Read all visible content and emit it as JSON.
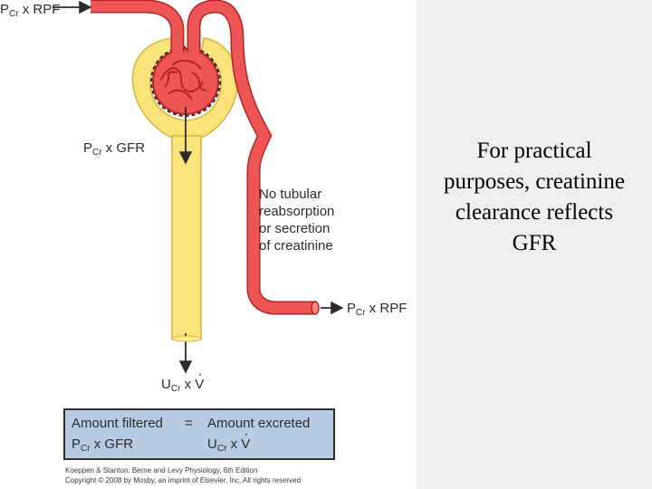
{
  "labels": {
    "pcr_rpf_in": {
      "main": "P",
      "sub": "Cr",
      "rest": " x RPF"
    },
    "pcr_gfr": {
      "main": "P",
      "sub": "Cr",
      "rest": " x GFR"
    },
    "pcr_rpf_out": {
      "main": "P",
      "sub": "Cr",
      "rest": " x RPF"
    },
    "ucr_v": {
      "main": "U",
      "sub": "Cr",
      "rest": " x ",
      "v": "V"
    }
  },
  "note": {
    "lines": [
      "No tubular",
      "reabsorption",
      "or secretion",
      "of creatinine"
    ]
  },
  "summary": {
    "left_title": "Amount filtered",
    "equals": "=",
    "right_title": "Amount excreted",
    "left_formula": {
      "main": "P",
      "sub": "Cr",
      "rest": " x GFR"
    },
    "right_formula": {
      "main": "U",
      "sub": "Cr",
      "rest": " x ",
      "v": "V"
    }
  },
  "credit": {
    "line1": "Koeppen & Stanton: Berne and Levy Physiology, 6th Edition",
    "line2": "Copyright © 2008 by Mosby, an imprint of Elsevier, Inc. All rights reserved"
  },
  "statement": {
    "lines": [
      "For practical",
      "purposes, creatinine",
      "clearance reflects",
      "GFR"
    ]
  },
  "colors": {
    "vessel": "#ee5656",
    "vessel_outline": "#b52222",
    "tubule": "#fae37a",
    "tubule_outline": "#d8b43a",
    "summary_box": "#b7cbe3",
    "right_panel": "#efefef"
  }
}
